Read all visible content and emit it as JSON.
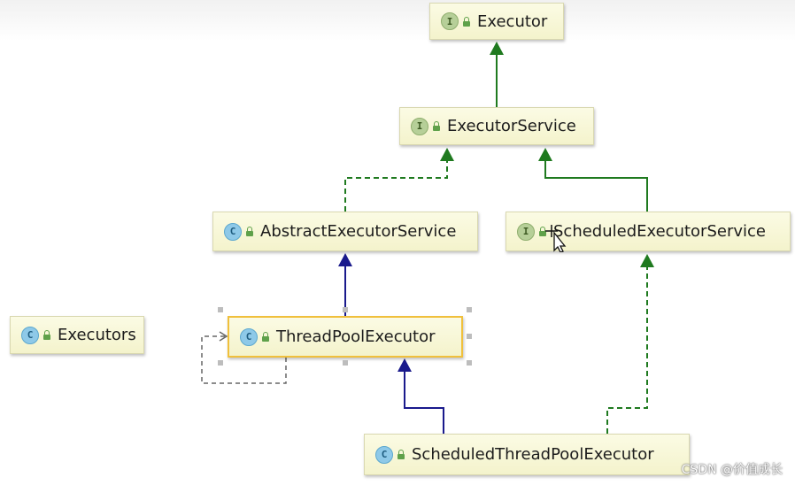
{
  "diagram": {
    "nodes": {
      "executor": {
        "kind": "I",
        "label": "Executor"
      },
      "executor_service": {
        "kind": "I",
        "label": "ExecutorService"
      },
      "abstract_executor_service": {
        "kind": "C",
        "label": "AbstractExecutorService"
      },
      "scheduled_executor_service": {
        "kind": "I",
        "label": "ScheduledExecutorService"
      },
      "executors": {
        "kind": "C",
        "label": "Executors"
      },
      "thread_pool_executor": {
        "kind": "C",
        "label": "ThreadPoolExecutor"
      },
      "scheduled_thread_pool_executor": {
        "kind": "C",
        "label": "ScheduledThreadPoolExecutor"
      }
    },
    "edges": [
      {
        "from": "executor_service",
        "to": "executor",
        "type": "extends"
      },
      {
        "from": "abstract_executor_service",
        "to": "executor_service",
        "type": "implements"
      },
      {
        "from": "scheduled_executor_service",
        "to": "executor_service",
        "type": "extends"
      },
      {
        "from": "thread_pool_executor",
        "to": "abstract_executor_service",
        "type": "extends"
      },
      {
        "from": "scheduled_thread_pool_executor",
        "to": "thread_pool_executor",
        "type": "extends"
      },
      {
        "from": "scheduled_thread_pool_executor",
        "to": "scheduled_executor_service",
        "type": "implements"
      },
      {
        "from": "thread_pool_executor",
        "to": "thread_pool_executor",
        "type": "self-dependency"
      }
    ],
    "selected": "thread_pool_executor"
  },
  "colors": {
    "interface_arrow": "#1f7a1f",
    "class_arrow": "#1a1a8c",
    "selection": "#f0c03c"
  },
  "watermark": "CSDN @价值成长"
}
